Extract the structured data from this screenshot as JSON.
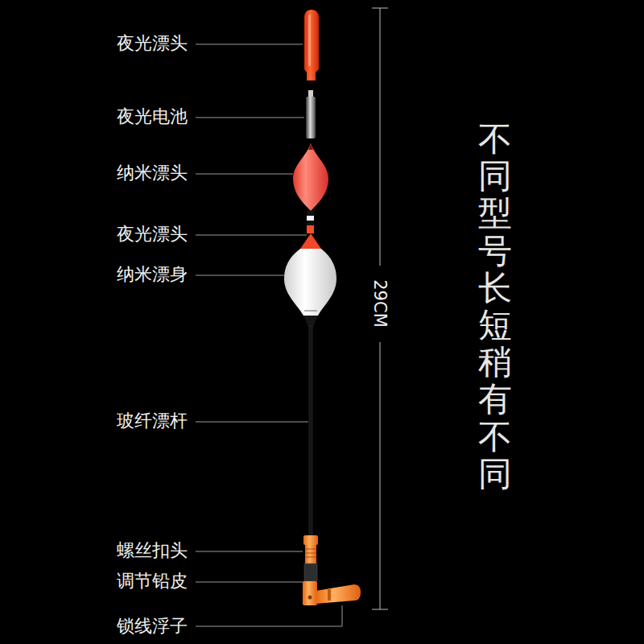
{
  "diagram": {
    "labels": [
      "夜光漂头",
      "夜光电池",
      "纳米漂头",
      "夜光漂头",
      "纳米漂身",
      "玻纤漂杆",
      "螺丝扣头",
      "调节铅皮",
      "锁线浮子",
      "29CM",
      "不同型号长短稍有不同"
    ]
  }
}
